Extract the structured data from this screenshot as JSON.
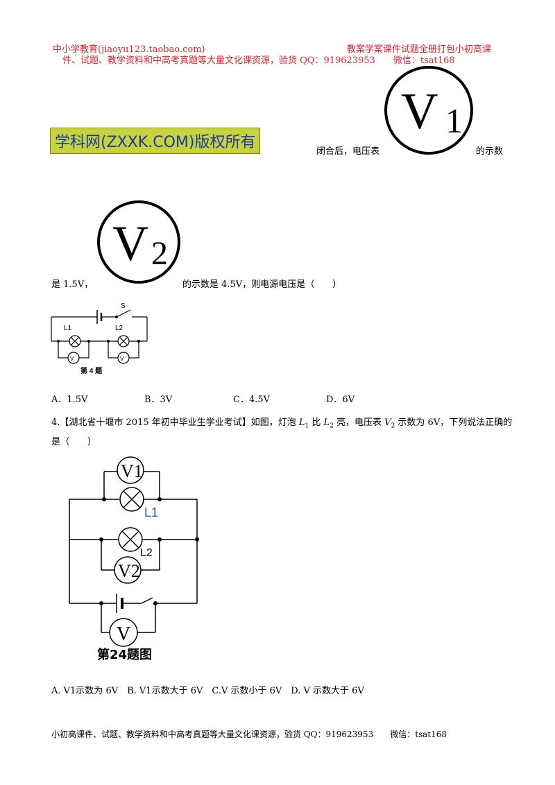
{
  "header": {
    "left_line1": "中小学教育(jiaoyu123.taobao.com)",
    "right_line1": "教案学案课件试题全册打包小初高课",
    "line2": "件、试题、教学资料和中高考真题等大量文化课资源，验货 QQ：919623953　　微信：tsat168"
  },
  "watermark": "学科网(ZXXK.COM)版权所有",
  "q3": {
    "text_a": "闭合后，电压表",
    "text_b": "的示数",
    "text_c": "是 1.5V，",
    "text_d": "的示数是 4.5V，则电源电压是（　　）",
    "meter1": {
      "letter": "V",
      "sub": "1"
    },
    "meter2": {
      "letter": "V",
      "sub": "2"
    },
    "circuit": {
      "switch": "S",
      "lamp1": "L1",
      "lamp2": "L2",
      "caption": "第 4 题"
    },
    "options": [
      "A．1.5V",
      "B．3V",
      "C．4.5V",
      "D．6V"
    ]
  },
  "q4": {
    "line1_prefix": "4.【湖北省十堰市 2015 年初中毕业生学业考试】如图，灯泡 ",
    "l1": "L",
    "l1_sub": "1",
    "mid1": " 比 ",
    "l2": "L",
    "l2_sub": "2",
    "mid2": " 亮，电压表 ",
    "v2": "V",
    "v2_sub": "2",
    "line1_suffix": " 示数为 6V，下列说法正确的",
    "line2": "是（　　）",
    "circuit": {
      "v1": "V1",
      "v2": "V2",
      "v": "V",
      "lamp1": "L1",
      "lamp2": "L2",
      "caption": "第24题图"
    },
    "options": "A. V1示数为 6V　B. V1示数大于 6V　C.V 示数小于 6V　D. V 示数大于 6V"
  },
  "footer": "小初高课件、试题、教学资料和中高考真题等大量文化课资源，验货 QQ：919623953　　微信：tsat168"
}
